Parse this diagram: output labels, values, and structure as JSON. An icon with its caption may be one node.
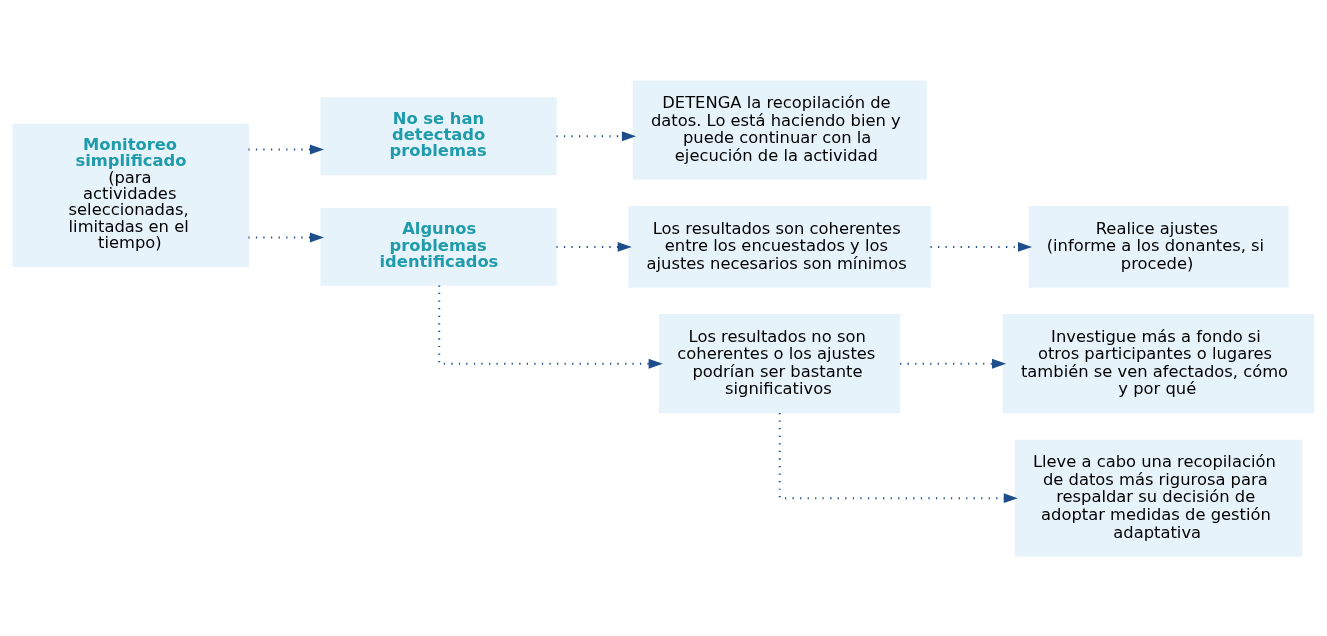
{
  "diagram": {
    "nodes": [
      {
        "text": [
          "Monitoreo simplificado",
          "(para actividades seleccionadas, limitadas en el tiempo)"
        ]
      },
      {
        "text": [
          "No se han detectado problemas"
        ]
      },
      {
        "text": [
          "Algunos problemas identificados"
        ]
      },
      {
        "text": [
          "DETENGA la recopilación de datos. Lo está haciendo bien y puede continuar con la ejecución de la actividad"
        ]
      },
      {
        "text": [
          "Los resultados son coherentes entre los encuestados y los ajustes necesarios son mínimos"
        ]
      },
      {
        "text": [
          "Los resultados no son coherentes o los ajustes podrían ser bastante significativos"
        ]
      },
      {
        "text": [
          "Realice ajustes",
          "(informe a los donantes, si procede)"
        ]
      },
      {
        "text": [
          "Investigue más a fondo si otros participantes o lugares también se ven afectados, cómo y por qué"
        ]
      },
      {
        "text": [
          "Lleve a cabo una recopilación de datos más rigurosa para respaldar su decisión de adoptar medidas de gestión adaptativa"
        ]
      }
    ],
    "edges": [
      {
        "from": 0,
        "to": 1,
        "arrow": "to"
      },
      {
        "from": 0,
        "to": 2,
        "arrow": "to"
      },
      {
        "from": 1,
        "to": 3,
        "arrow": "to"
      },
      {
        "from": 2,
        "to": 4,
        "arrow": "to"
      },
      {
        "from": 2,
        "to": 5,
        "arrow": "to"
      },
      {
        "from": 4,
        "to": 6,
        "arrow": "to"
      },
      {
        "from": 5,
        "to": 7,
        "arrow": "to"
      },
      {
        "from": 5,
        "to": 8,
        "arrow": "to"
      }
    ]
  }
}
